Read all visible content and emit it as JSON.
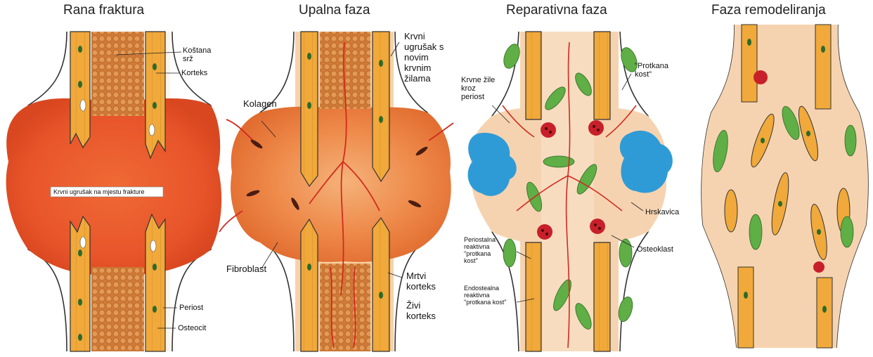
{
  "panels": [
    {
      "title": "Rana fraktura",
      "labels": {
        "marrow": "Koštana\nsrž",
        "cortex": "Korteks",
        "clot": "Krvni ugrušak na mjestu frakture",
        "periosteum": "Periost",
        "osteocyte": "Osteocit"
      }
    },
    {
      "title": "Upalna faza",
      "labels": {
        "clot_vessels": "Krvni\nugrušak s\nnovim\nkrvnim\nžilama",
        "collagen": "Kolagen",
        "fibroblast": "Fibroblast",
        "dead_cortex": "Mrtvi\nkorteks",
        "live_cortex": "Živi\nkorteks"
      }
    },
    {
      "title": "Reparativna faza",
      "labels": {
        "vessels_periosteum": "Krvne žile\nkroz\nperiost",
        "woven_bone": "\"Protkana\nkost\"",
        "cartilage": "Hrskavica",
        "osteoclast": "Osteoklast",
        "periosteal_woven": "Periostalna\nreaktivna\n\"protkana\nkost\"",
        "endosteal_woven": "Endostealna\nreaktivna\n\"protkana kost\""
      }
    },
    {
      "title": "Faza remodeliranja",
      "labels": {}
    }
  ],
  "colors": {
    "hematoma": "#e8542a",
    "cortex": "#f0a93a",
    "marrow": "#cf7a36",
    "soft_tissue": "#f6d3b0",
    "cartilage": "#2f9bd6",
    "woven_bone": "#5fae46",
    "vessel": "#d12b1f",
    "osteoclast": "#c8202a"
  }
}
